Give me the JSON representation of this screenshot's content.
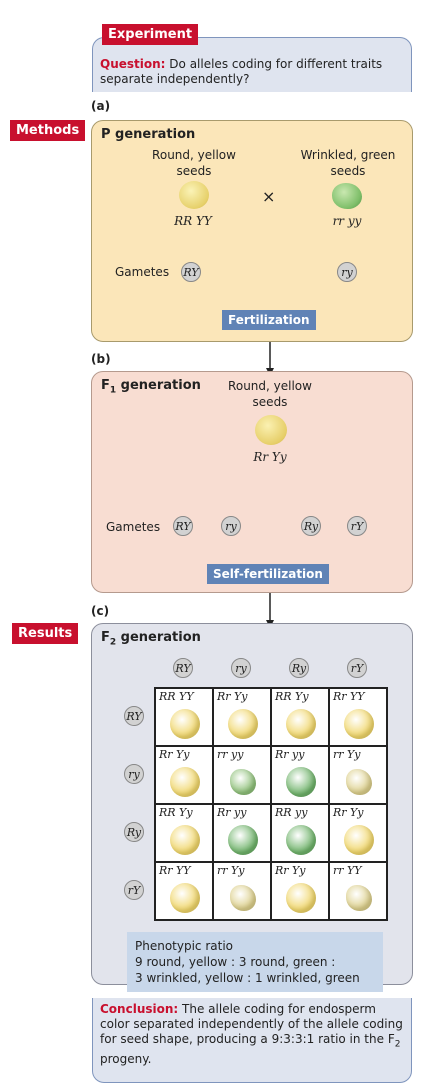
{
  "experiment": {
    "tag": "Experiment",
    "question_label": "Question:",
    "question_text": "Do alleles coding for different traits separate independently?"
  },
  "labels": {
    "a": "(a)",
    "b": "(b)",
    "c": "(c)",
    "methods": "Methods",
    "results": "Results"
  },
  "p_generation": {
    "title": "P generation",
    "parent_left": "Round, yellow seeds",
    "parent_right": "Wrinkled, green seeds",
    "cross": "×",
    "genotype_left": "RR YY",
    "genotype_right": "rr yy",
    "gametes_label": "Gametes",
    "gamete_left": "RY",
    "gamete_right": "ry",
    "fertilization": "Fertilization"
  },
  "f1_generation": {
    "title_main": "F",
    "title_sub": "1",
    "title_rest": " generation",
    "phenotype": "Round, yellow seeds",
    "genotype": "Rr Yy",
    "gametes_label": "Gametes",
    "gametes": [
      "RY",
      "ry",
      "Ry",
      "rY"
    ],
    "self_fertilization": "Self-fertilization"
  },
  "f2_generation": {
    "title_main": "F",
    "title_sub": "2",
    "title_rest": " generation",
    "col_gametes": [
      "RY",
      "ry",
      "Ry",
      "rY"
    ],
    "row_gametes": [
      "RY",
      "ry",
      "Ry",
      "rY"
    ],
    "cells": [
      [
        "RR YY",
        "Rr Yy",
        "RR Yy",
        "Rr YY"
      ],
      [
        "Rr Yy",
        "rr yy",
        "Rr yy",
        "rr Yy"
      ],
      [
        "RR Yy",
        "Rr yy",
        "RR yy",
        "Rr Yy"
      ],
      [
        "Rr YY",
        "rr Yy",
        "Rr Yy",
        "rr YY"
      ]
    ]
  },
  "colors": {
    "yellow_round": "#f0d66a",
    "green_round": "#6fb36a",
    "yellow_wrinkled": "#ddd08c",
    "green_wrinkled": "#8fc17a"
  },
  "ratio": {
    "line1": "Phenotypic ratio",
    "line2": "9 round, yellow : 3  round, green :",
    "line3": "3 wrinkled, yellow : 1  wrinkled, green"
  },
  "conclusion": {
    "label": "Conclusion:",
    "text_before_sub": "The allele coding for endosperm color separated independently of the allele coding for seed shape, producing a 9:3:3:1 ratio in the F",
    "sub": "2",
    "text_after_sub": " progeny."
  }
}
